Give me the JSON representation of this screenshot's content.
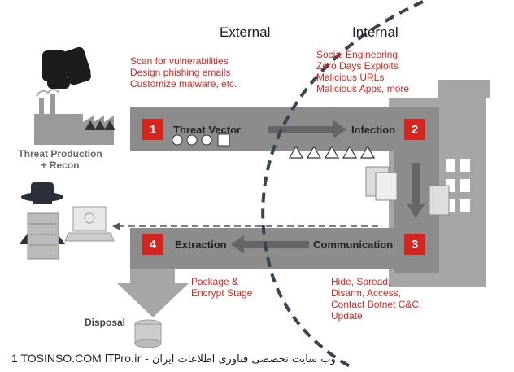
{
  "headers": {
    "external": "External",
    "internal": "Internal"
  },
  "external_notes": [
    "Scan for vulnerabilities",
    "Design phishing emails",
    "Customize malware, etc."
  ],
  "internal_notes": [
    "Social Engineering",
    "Zero Days Exploits",
    "Malicious URLs",
    "Malicious Apps, more"
  ],
  "threat_production": [
    "Threat Production",
    "+ Recon"
  ],
  "steps": [
    {
      "num": "1",
      "label": "Threat Vector"
    },
    {
      "num": "2",
      "label": "Infection"
    },
    {
      "num": "3",
      "label": "Communication"
    },
    {
      "num": "4",
      "label": "Extraction"
    }
  ],
  "package_notes": [
    "Package &",
    "Encrypt Stage"
  ],
  "hide_notes": [
    "Hide, Spread,",
    "Disarm, Access,",
    "Contact Botnet C&C,",
    "Update"
  ],
  "disposal": "Disposal",
  "footer": {
    "left": "TOSINSO.COM",
    "right": "ITPro.ir - وب سایت تخصصی فناوری اطلاعات ایران",
    "page_num": "1"
  },
  "colors": {
    "accent": "#d4261f",
    "band": "#8c8c8c",
    "band_light": "#a6a6a6",
    "building": "#999999"
  }
}
